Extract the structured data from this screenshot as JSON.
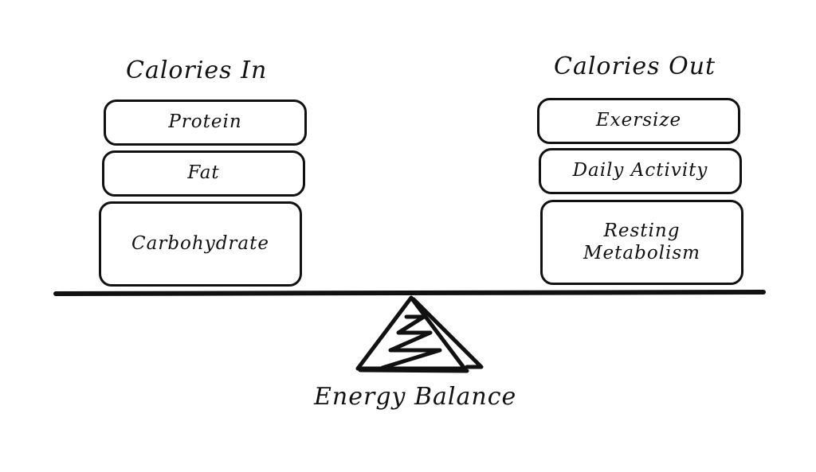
{
  "left": {
    "title": "Calories In",
    "items": [
      "Protein",
      "Fat",
      "Carbohydrate"
    ]
  },
  "right": {
    "title": "Calories Out",
    "items": [
      "Exersize",
      "Daily Activity",
      "Resting\nMetabolism"
    ]
  },
  "caption": "Energy Balance",
  "colors": {
    "ink": "#111111",
    "background": "#ffffff"
  },
  "icons": {
    "fulcrum": "spring-fulcrum-icon"
  }
}
